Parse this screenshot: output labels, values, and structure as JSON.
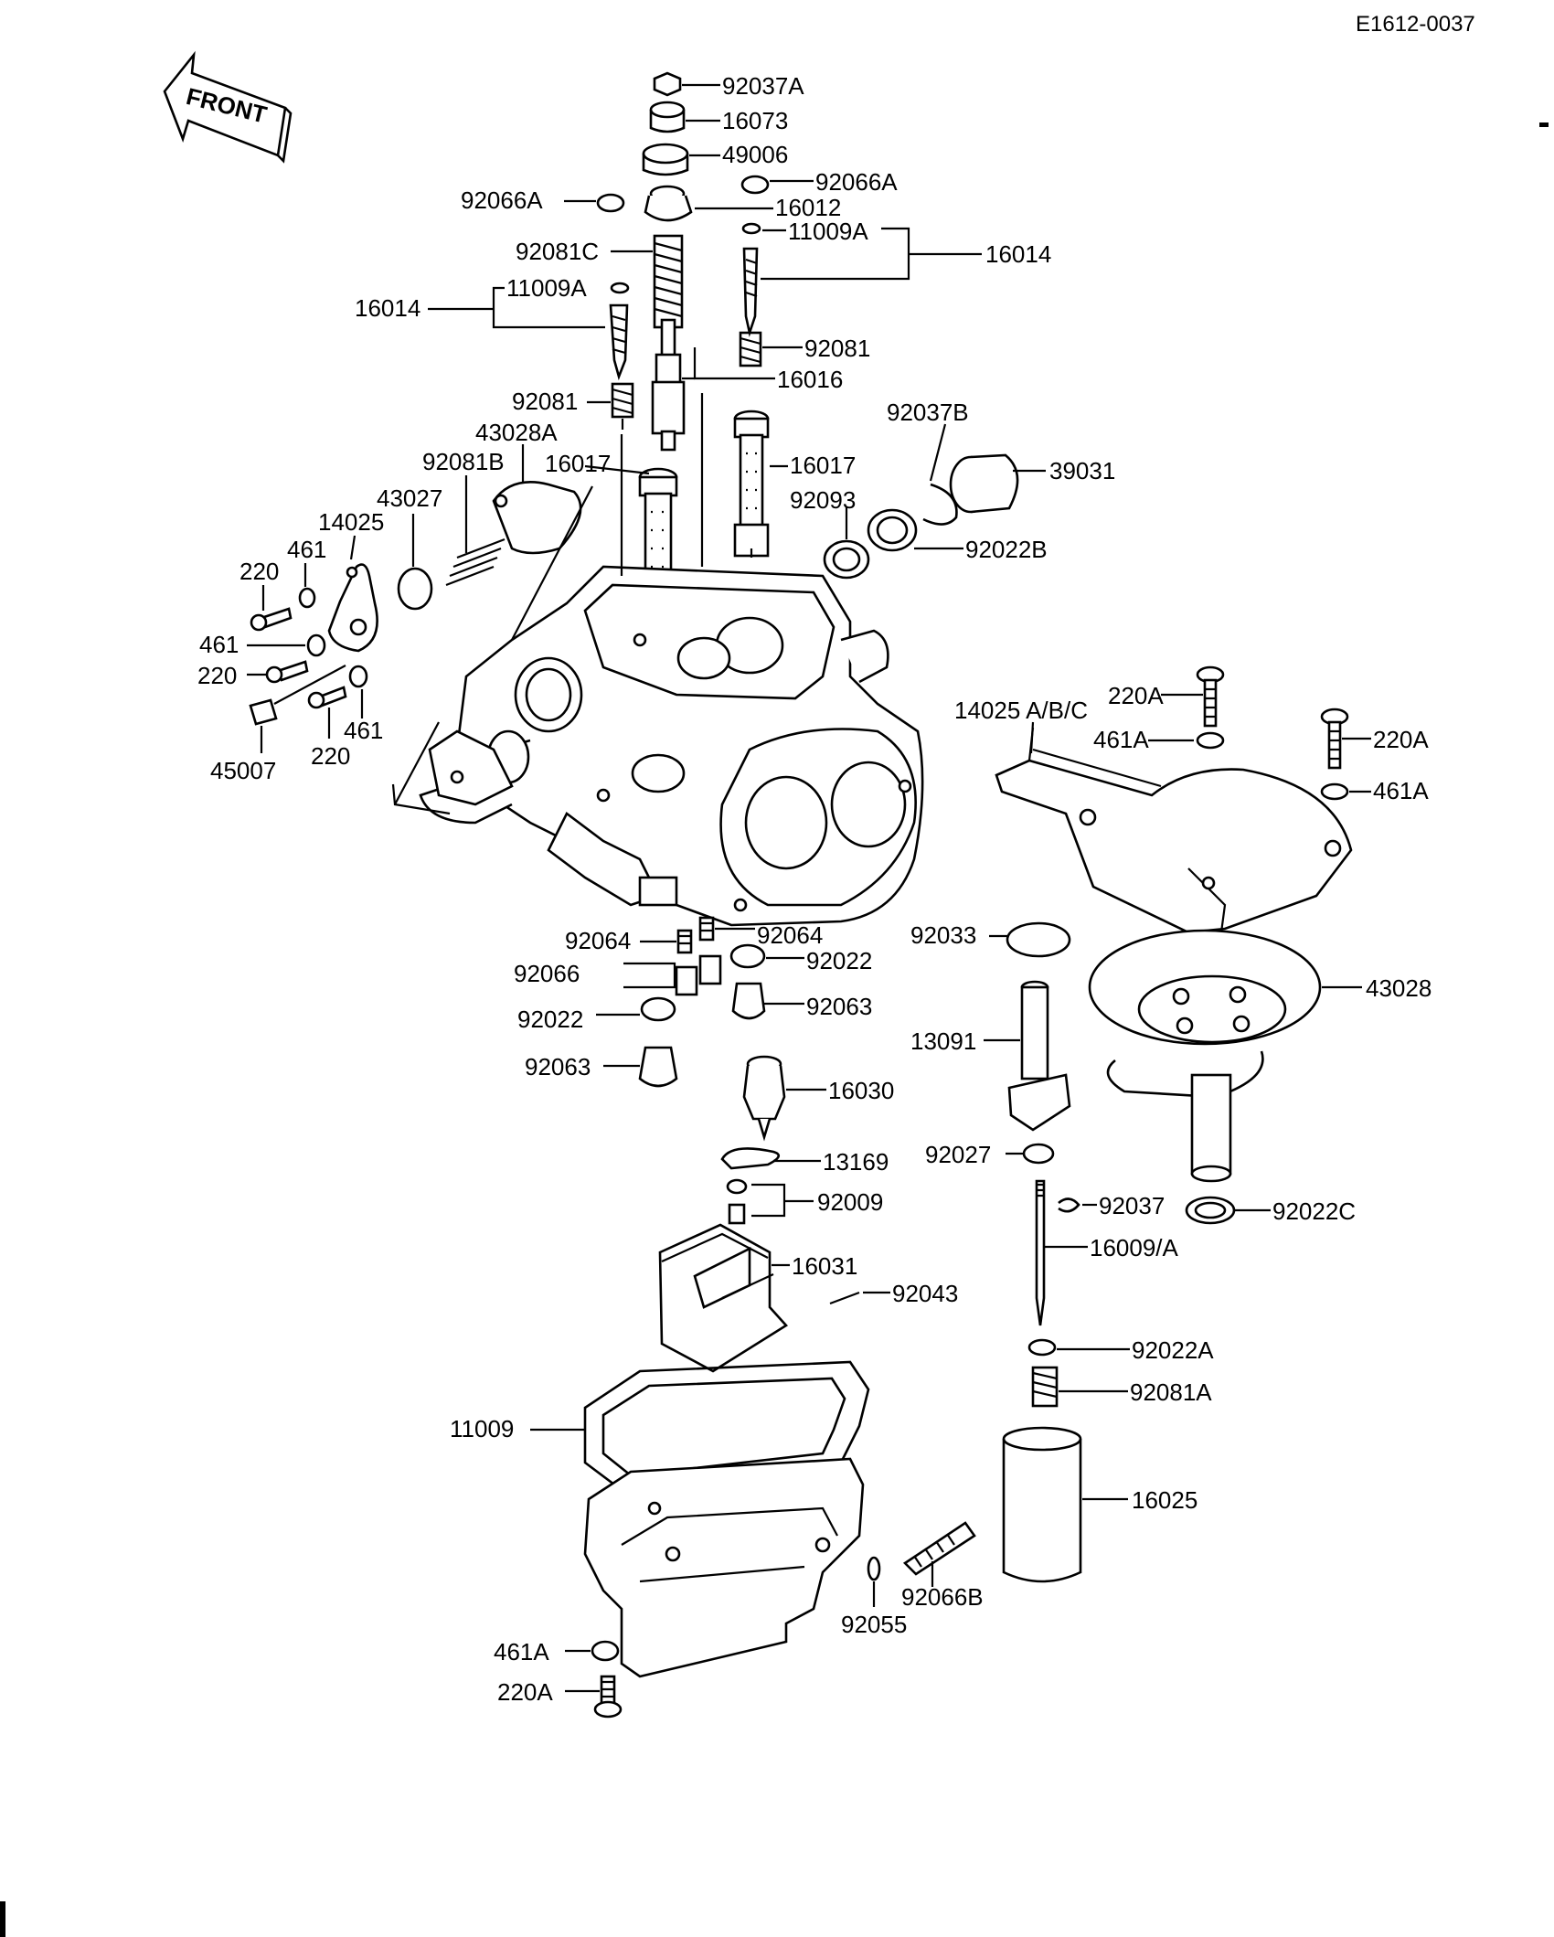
{
  "reference_code": "E1612-0037",
  "front_label": "FRONT",
  "part_labels": [
    {
      "id": "p1",
      "text": "92037A"
    },
    {
      "id": "p2",
      "text": "16073"
    },
    {
      "id": "p3",
      "text": "49006"
    },
    {
      "id": "p4",
      "text": "92066A"
    },
    {
      "id": "p5",
      "text": "92066A"
    },
    {
      "id": "p6",
      "text": "16012"
    },
    {
      "id": "p7",
      "text": "11009A"
    },
    {
      "id": "p8",
      "text": "16014"
    },
    {
      "id": "p9",
      "text": "92081C"
    },
    {
      "id": "p10",
      "text": "11009A"
    },
    {
      "id": "p11",
      "text": "16014"
    },
    {
      "id": "p12",
      "text": "92081"
    },
    {
      "id": "p13",
      "text": "16016"
    },
    {
      "id": "p14",
      "text": "92081"
    },
    {
      "id": "p15",
      "text": "92037B"
    },
    {
      "id": "p16",
      "text": "43028A"
    },
    {
      "id": "p17",
      "text": "92081B"
    },
    {
      "id": "p18",
      "text": "16017"
    },
    {
      "id": "p19",
      "text": "16017"
    },
    {
      "id": "p20",
      "text": "39031"
    },
    {
      "id": "p21",
      "text": "43027"
    },
    {
      "id": "p22",
      "text": "92093"
    },
    {
      "id": "p23",
      "text": "14025"
    },
    {
      "id": "p24",
      "text": "92022B"
    },
    {
      "id": "p25",
      "text": "461"
    },
    {
      "id": "p26",
      "text": "220"
    },
    {
      "id": "p27",
      "text": "461"
    },
    {
      "id": "p28",
      "text": "220"
    },
    {
      "id": "p29",
      "text": "461"
    },
    {
      "id": "p30",
      "text": "45007"
    },
    {
      "id": "p31",
      "text": "220"
    },
    {
      "id": "p32",
      "text": "14025 A/B/C"
    },
    {
      "id": "p33",
      "text": "220A"
    },
    {
      "id": "p34",
      "text": "461A"
    },
    {
      "id": "p35",
      "text": "220A"
    },
    {
      "id": "p36",
      "text": "461A"
    },
    {
      "id": "p37",
      "text": "92064"
    },
    {
      "id": "p38",
      "text": "92064"
    },
    {
      "id": "p39",
      "text": "92066"
    },
    {
      "id": "p40",
      "text": "92022"
    },
    {
      "id": "p41",
      "text": "92022"
    },
    {
      "id": "p42",
      "text": "92063"
    },
    {
      "id": "p43",
      "text": "92063"
    },
    {
      "id": "p44",
      "text": "92033"
    },
    {
      "id": "p45",
      "text": "43028"
    },
    {
      "id": "p46",
      "text": "13091"
    },
    {
      "id": "p47",
      "text": "16030"
    },
    {
      "id": "p48",
      "text": "13169"
    },
    {
      "id": "p49",
      "text": "92027"
    },
    {
      "id": "p50",
      "text": "92009"
    },
    {
      "id": "p51",
      "text": "92037"
    },
    {
      "id": "p52",
      "text": "92022C"
    },
    {
      "id": "p53",
      "text": "16009/A"
    },
    {
      "id": "p54",
      "text": "16031"
    },
    {
      "id": "p55",
      "text": "92043"
    },
    {
      "id": "p56",
      "text": "92022A"
    },
    {
      "id": "p57",
      "text": "92081A"
    },
    {
      "id": "p58",
      "text": "11009"
    },
    {
      "id": "p59",
      "text": "16025"
    },
    {
      "id": "p60",
      "text": "92066B"
    },
    {
      "id": "p61",
      "text": "92055"
    },
    {
      "id": "p62",
      "text": "461A"
    },
    {
      "id": "p63",
      "text": "220A"
    }
  ]
}
